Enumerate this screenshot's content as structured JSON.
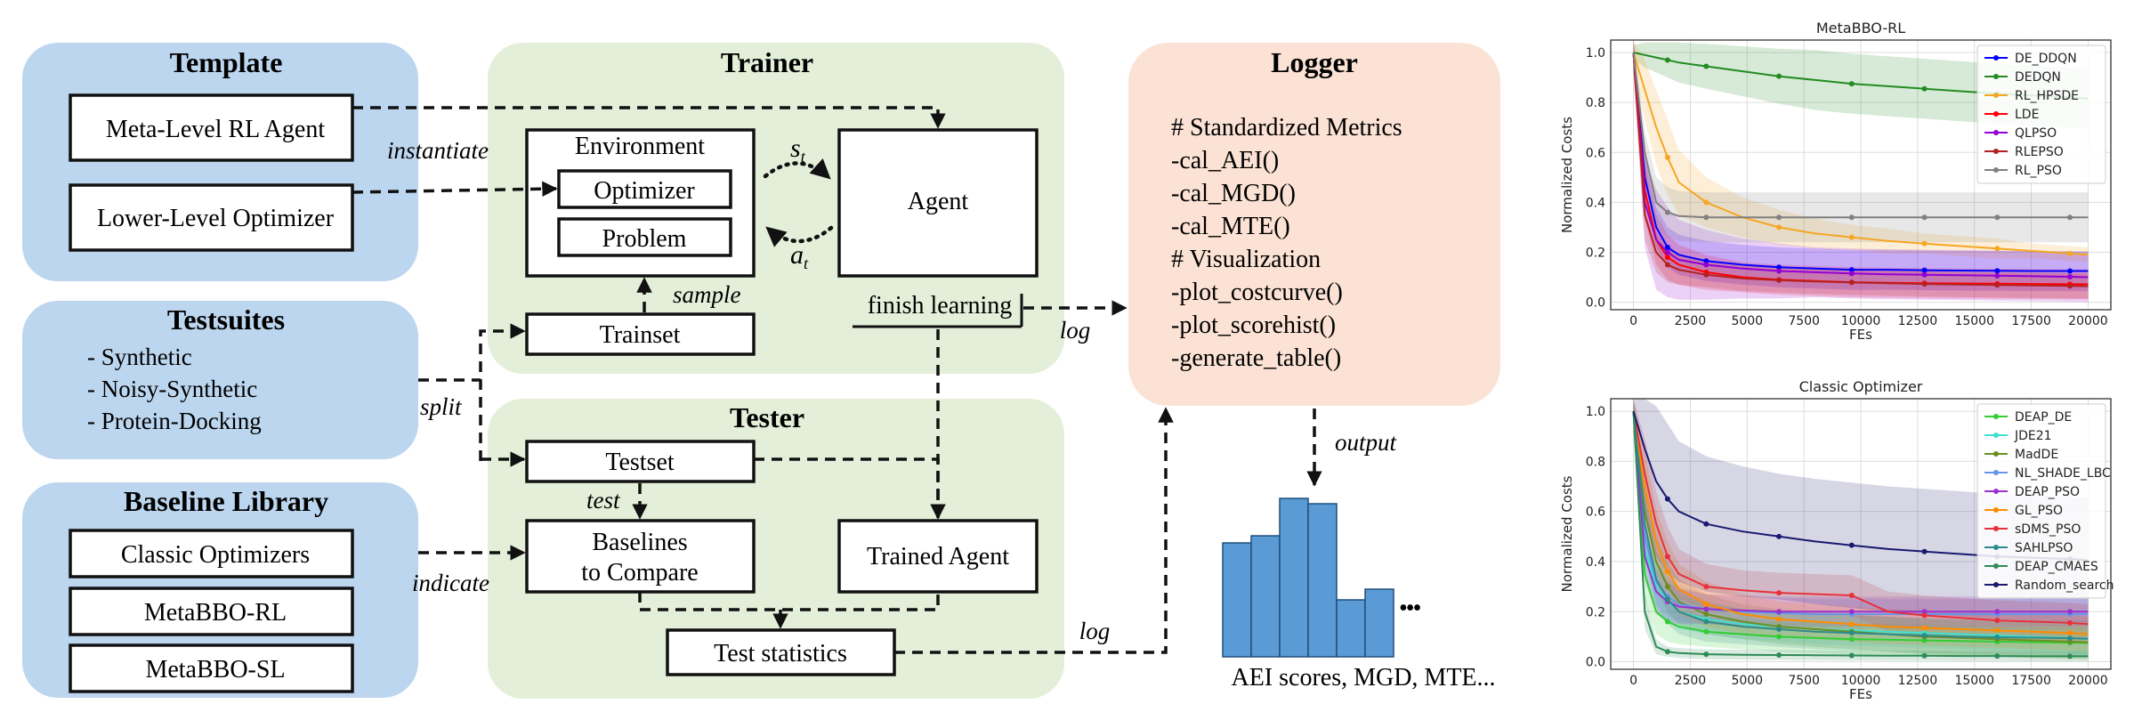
{
  "template_panel": {
    "title": "Template",
    "items": [
      "Meta-Level RL Agent",
      "Lower-Level Optimizer"
    ]
  },
  "testsuites_panel": {
    "title": "Testsuites",
    "items": [
      "- Synthetic",
      "- Noisy-Synthetic",
      "- Protein-Docking"
    ]
  },
  "baseline_panel": {
    "title": "Baseline Library",
    "items": [
      "Classic Optimizers",
      "MetaBBO-RL",
      "MetaBBO-SL"
    ]
  },
  "trainer_panel": {
    "title": "Trainer",
    "environment": "Environment",
    "optimizer": "Optimizer",
    "problem": "Problem",
    "agent": "Agent",
    "trainset": "Trainset",
    "finish_learning": "finish learning",
    "state_label": "s",
    "state_sub": "t",
    "action_label": "a",
    "action_sub": "t"
  },
  "tester_panel": {
    "title": "Tester",
    "testset": "Testset",
    "baselines_line1": "Baselines",
    "baselines_line2": "to Compare",
    "trained_agent": "Trained Agent",
    "test_statistics": "Test statistics"
  },
  "logger_panel": {
    "title": "Logger",
    "lines": [
      "# Standardized Metrics",
      "-cal_AEI()",
      "-cal_MGD()",
      "-cal_MTE()",
      "# Visualization",
      "-plot_costcurve()",
      "-plot_scorehist()",
      "-generate_table()"
    ]
  },
  "edge_labels": {
    "instantiate": "instantiate",
    "sample": "sample",
    "split": "split",
    "test": "test",
    "indicate": "indicate",
    "log_top": "log",
    "log_bottom": "log",
    "output": "output"
  },
  "histogram": {
    "values": [
      0.64,
      0.68,
      0.89,
      0.86,
      0.32,
      0.38
    ],
    "ellipsis": "•••",
    "caption": "AEI scores, MGD, MTE..."
  },
  "colors": {
    "blue_panel": "#bcd6ef",
    "green_panel": "#e3efd9",
    "orange_panel": "#fbe2d4",
    "histogram_bar": "#5b9bd5"
  },
  "chart_data": [
    {
      "type": "line",
      "title": "MetaBBO-RL",
      "xlabel": "FEs",
      "ylabel": "Normalized Costs",
      "xlim": [
        -1000,
        21000
      ],
      "ylim": [
        -0.03,
        1.05
      ],
      "xticks": [
        0,
        2500,
        5000,
        7500,
        10000,
        12500,
        15000,
        17500,
        20000
      ],
      "yticks": [
        0.0,
        0.2,
        0.4,
        0.6,
        0.8,
        1.0
      ],
      "grid": true,
      "legend": "top-right",
      "x": [
        0,
        500,
        1000,
        1500,
        2000,
        3200,
        4800,
        6400,
        8000,
        9600,
        11200,
        12800,
        14400,
        16000,
        17600,
        19200,
        20000
      ],
      "series": [
        {
          "name": "DE_DDQN",
          "color": "#0000ff",
          "values": [
            1.0,
            0.5,
            0.3,
            0.22,
            0.19,
            0.165,
            0.15,
            0.14,
            0.135,
            0.13,
            0.13,
            0.128,
            0.127,
            0.126,
            0.125,
            0.125,
            0.125
          ],
          "band": [
            0.07,
            0.08,
            0.08,
            0.08,
            0.08,
            0.08,
            0.08,
            0.08,
            0.08,
            0.08,
            0.08,
            0.08,
            0.08,
            0.08,
            0.08,
            0.08,
            0.08
          ]
        },
        {
          "name": "DEDQN",
          "color": "#228b22",
          "values": [
            1.0,
            0.99,
            0.98,
            0.97,
            0.96,
            0.945,
            0.925,
            0.905,
            0.89,
            0.875,
            0.865,
            0.855,
            0.845,
            0.835,
            0.828,
            0.82,
            0.815
          ],
          "band": [
            0.03,
            0.05,
            0.06,
            0.07,
            0.08,
            0.09,
            0.1,
            0.11,
            0.12,
            0.12,
            0.12,
            0.12,
            0.12,
            0.12,
            0.12,
            0.12,
            0.12
          ]
        },
        {
          "name": "RL_HPSDE",
          "color": "#f5a623",
          "values": [
            1.0,
            0.85,
            0.7,
            0.58,
            0.48,
            0.4,
            0.34,
            0.3,
            0.275,
            0.26,
            0.245,
            0.235,
            0.225,
            0.215,
            0.205,
            0.195,
            0.19
          ],
          "band": [
            0.05,
            0.12,
            0.15,
            0.15,
            0.13,
            0.1,
            0.08,
            0.07,
            0.06,
            0.05,
            0.05,
            0.04,
            0.04,
            0.04,
            0.03,
            0.03,
            0.03
          ]
        },
        {
          "name": "LDE",
          "color": "#ff0000",
          "values": [
            1.0,
            0.45,
            0.25,
            0.18,
            0.15,
            0.12,
            0.1,
            0.09,
            0.085,
            0.08,
            0.078,
            0.076,
            0.075,
            0.074,
            0.073,
            0.072,
            0.072
          ],
          "band": [
            0.08,
            0.12,
            0.1,
            0.09,
            0.08,
            0.07,
            0.06,
            0.06,
            0.06,
            0.06,
            0.06,
            0.06,
            0.06,
            0.06,
            0.06,
            0.06,
            0.06
          ]
        },
        {
          "name": "QLPSO",
          "color": "#9400d3",
          "values": [
            1.0,
            0.4,
            0.25,
            0.2,
            0.17,
            0.15,
            0.135,
            0.125,
            0.12,
            0.115,
            0.112,
            0.11,
            0.108,
            0.106,
            0.104,
            0.102,
            0.1
          ],
          "band": [
            0.08,
            0.18,
            0.2,
            0.18,
            0.16,
            0.14,
            0.12,
            0.11,
            0.1,
            0.1,
            0.1,
            0.1,
            0.1,
            0.1,
            0.1,
            0.1,
            0.1
          ]
        },
        {
          "name": "RLEPSO",
          "color": "#b22222",
          "values": [
            1.0,
            0.35,
            0.2,
            0.15,
            0.13,
            0.11,
            0.095,
            0.088,
            0.083,
            0.079,
            0.076,
            0.073,
            0.071,
            0.069,
            0.067,
            0.065,
            0.064
          ],
          "band": [
            0.06,
            0.1,
            0.08,
            0.07,
            0.06,
            0.05,
            0.05,
            0.05,
            0.05,
            0.05,
            0.05,
            0.05,
            0.05,
            0.05,
            0.05,
            0.05,
            0.05
          ]
        },
        {
          "name": "RL_PSO",
          "color": "#808080",
          "values": [
            1.0,
            0.6,
            0.4,
            0.36,
            0.345,
            0.34,
            0.34,
            0.34,
            0.34,
            0.34,
            0.34,
            0.34,
            0.34,
            0.34,
            0.34,
            0.34,
            0.34
          ],
          "band": [
            0.05,
            0.08,
            0.1,
            0.1,
            0.1,
            0.1,
            0.1,
            0.1,
            0.1,
            0.1,
            0.1,
            0.1,
            0.1,
            0.1,
            0.1,
            0.1,
            0.1
          ]
        }
      ]
    },
    {
      "type": "line",
      "title": "Classic Optimizer",
      "xlabel": "FEs",
      "ylabel": "Normalized Costs",
      "xlim": [
        -1000,
        21000
      ],
      "ylim": [
        -0.03,
        1.05
      ],
      "xticks": [
        0,
        2500,
        5000,
        7500,
        10000,
        12500,
        15000,
        17500,
        20000
      ],
      "yticks": [
        0.0,
        0.2,
        0.4,
        0.6,
        0.8,
        1.0
      ],
      "grid": true,
      "legend": "top-right",
      "x": [
        0,
        500,
        1000,
        1500,
        2000,
        3200,
        4800,
        6400,
        8000,
        9600,
        11200,
        12800,
        14400,
        16000,
        17600,
        19200,
        20000
      ],
      "series": [
        {
          "name": "DEAP_DE",
          "color": "#32cd32",
          "values": [
            1.0,
            0.35,
            0.2,
            0.16,
            0.14,
            0.12,
            0.11,
            0.1,
            0.095,
            0.09,
            0.088,
            0.085,
            0.083,
            0.08,
            0.078,
            0.076,
            0.075
          ],
          "band": [
            0.08,
            0.1,
            0.09,
            0.08,
            0.07,
            0.06,
            0.06,
            0.06,
            0.06,
            0.06,
            0.06,
            0.06,
            0.06,
            0.06,
            0.06,
            0.06,
            0.06
          ]
        },
        {
          "name": "JDE21",
          "color": "#40e0d0",
          "values": [
            1.0,
            0.45,
            0.3,
            0.24,
            0.2,
            0.17,
            0.15,
            0.14,
            0.13,
            0.125,
            0.12,
            0.115,
            0.11,
            0.105,
            0.1,
            0.095,
            0.09
          ],
          "band": [
            0.08,
            0.1,
            0.09,
            0.08,
            0.07,
            0.06,
            0.06,
            0.06,
            0.06,
            0.06,
            0.06,
            0.06,
            0.06,
            0.06,
            0.06,
            0.06,
            0.06
          ]
        },
        {
          "name": "MadDE",
          "color": "#6b8e23",
          "values": [
            1.0,
            0.6,
            0.4,
            0.3,
            0.24,
            0.19,
            0.16,
            0.14,
            0.13,
            0.12,
            0.11,
            0.1,
            0.095,
            0.09,
            0.085,
            0.08,
            0.078
          ],
          "band": [
            0.08,
            0.12,
            0.11,
            0.1,
            0.09,
            0.08,
            0.07,
            0.07,
            0.07,
            0.07,
            0.07,
            0.07,
            0.07,
            0.07,
            0.07,
            0.07,
            0.07
          ]
        },
        {
          "name": "NL_SHADE_LBC",
          "color": "#6495ed",
          "values": [
            1.0,
            0.5,
            0.32,
            0.26,
            0.23,
            0.21,
            0.2,
            0.195,
            0.19,
            0.19,
            0.19,
            0.19,
            0.19,
            0.19,
            0.19,
            0.19,
            0.19
          ],
          "band": [
            0.08,
            0.1,
            0.09,
            0.08,
            0.07,
            0.06,
            0.06,
            0.06,
            0.06,
            0.06,
            0.06,
            0.06,
            0.06,
            0.06,
            0.06,
            0.06,
            0.06
          ]
        },
        {
          "name": "DEAP_PSO",
          "color": "#9932cc",
          "values": [
            1.0,
            0.42,
            0.28,
            0.24,
            0.22,
            0.21,
            0.205,
            0.2,
            0.2,
            0.2,
            0.2,
            0.2,
            0.2,
            0.2,
            0.2,
            0.2,
            0.2
          ],
          "band": [
            0.08,
            0.1,
            0.09,
            0.08,
            0.07,
            0.06,
            0.06,
            0.06,
            0.06,
            0.06,
            0.06,
            0.06,
            0.06,
            0.06,
            0.06,
            0.06,
            0.06
          ]
        },
        {
          "name": "GL_PSO",
          "color": "#ff8c00",
          "values": [
            1.0,
            0.7,
            0.48,
            0.36,
            0.29,
            0.23,
            0.19,
            0.17,
            0.16,
            0.15,
            0.14,
            0.135,
            0.13,
            0.125,
            0.12,
            0.115,
            0.11
          ],
          "band": [
            0.08,
            0.14,
            0.13,
            0.12,
            0.1,
            0.09,
            0.08,
            0.07,
            0.07,
            0.07,
            0.07,
            0.07,
            0.07,
            0.07,
            0.07,
            0.07,
            0.07
          ]
        },
        {
          "name": "sDMS_PSO",
          "color": "#e8303a",
          "values": [
            1.0,
            0.75,
            0.55,
            0.42,
            0.35,
            0.3,
            0.285,
            0.275,
            0.27,
            0.265,
            0.2,
            0.185,
            0.175,
            0.165,
            0.16,
            0.155,
            0.15
          ],
          "band": [
            0.08,
            0.14,
            0.13,
            0.12,
            0.1,
            0.09,
            0.08,
            0.08,
            0.08,
            0.08,
            0.08,
            0.08,
            0.08,
            0.08,
            0.08,
            0.08,
            0.08
          ]
        },
        {
          "name": "SAHLPSO",
          "color": "#2e8b8b",
          "values": [
            1.0,
            0.55,
            0.33,
            0.25,
            0.2,
            0.16,
            0.14,
            0.13,
            0.12,
            0.115,
            0.11,
            0.105,
            0.1,
            0.098,
            0.096,
            0.094,
            0.092
          ],
          "band": [
            0.08,
            0.12,
            0.11,
            0.1,
            0.09,
            0.08,
            0.07,
            0.07,
            0.07,
            0.07,
            0.07,
            0.07,
            0.07,
            0.07,
            0.07,
            0.07,
            0.07
          ]
        },
        {
          "name": "DEAP_CMAES",
          "color": "#2e8b57",
          "values": [
            1.0,
            0.2,
            0.06,
            0.04,
            0.035,
            0.03,
            0.028,
            0.027,
            0.026,
            0.025,
            0.024,
            0.024,
            0.023,
            0.023,
            0.022,
            0.022,
            0.022
          ],
          "band": [
            0.06,
            0.07,
            0.03,
            0.02,
            0.02,
            0.02,
            0.02,
            0.02,
            0.02,
            0.02,
            0.02,
            0.02,
            0.02,
            0.02,
            0.02,
            0.02,
            0.02
          ]
        },
        {
          "name": "Random_search",
          "color": "#191970",
          "values": [
            1.0,
            0.85,
            0.72,
            0.65,
            0.6,
            0.55,
            0.52,
            0.5,
            0.48,
            0.465,
            0.45,
            0.44,
            0.43,
            0.42,
            0.415,
            0.41,
            0.405
          ],
          "band": [
            0.08,
            0.25,
            0.3,
            0.3,
            0.28,
            0.27,
            0.26,
            0.25,
            0.25,
            0.25,
            0.25,
            0.25,
            0.25,
            0.25,
            0.25,
            0.25,
            0.25
          ]
        }
      ]
    }
  ]
}
